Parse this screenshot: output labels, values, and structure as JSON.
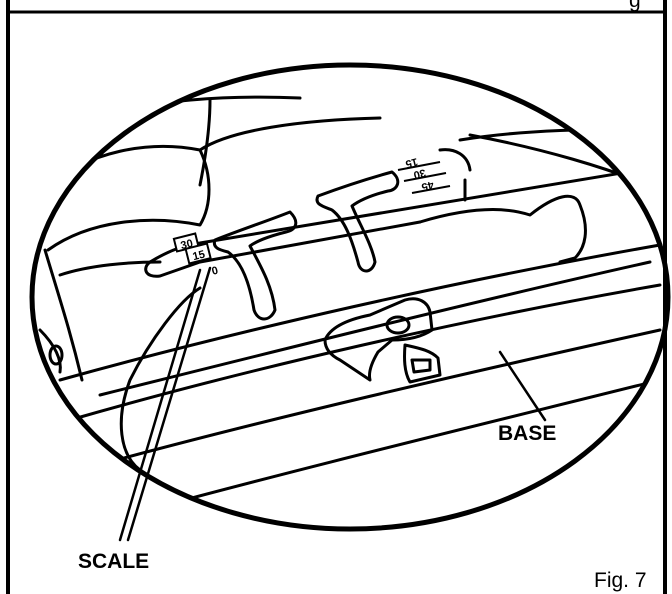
{
  "header": {
    "top_right_text": "g"
  },
  "labels": {
    "scale": "SCALE",
    "base": "BASE"
  },
  "figure": {
    "number": "Fig. 7"
  },
  "scale_front": {
    "top": "30",
    "middle": "15",
    "bottom": "0"
  },
  "scale_rear": {
    "top": "15",
    "middle": "30",
    "bottom": "45"
  }
}
